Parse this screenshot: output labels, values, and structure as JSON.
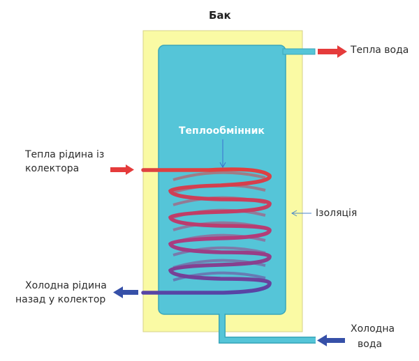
{
  "labels": {
    "tank": "Бак",
    "heat_exchanger": "Теплообмінник",
    "warm_water": "Тепла вода",
    "warm_fluid_line1": "Тепла рідина із",
    "warm_fluid_line2": "колектора",
    "insulation": "Ізоляція",
    "cold_fluid_line1": "Холодна рідина",
    "cold_fluid_line2": "назад у колектор",
    "cold_water_line1": "Холодна",
    "cold_water_line2": "вода"
  },
  "colors": {
    "insulation": "#fafaa4",
    "insulation_border": "#d7d28a",
    "water": "#55c5d8",
    "water_border": "#3aa6ba",
    "hot": "#e53b3b",
    "cold": "#3650a8",
    "coil_top": "#e0403f",
    "coil_bottom": "#5244a8"
  },
  "icons": {
    "hot_arrow": "red-arrow-icon",
    "cold_arrow": "blue-arrow-icon"
  }
}
